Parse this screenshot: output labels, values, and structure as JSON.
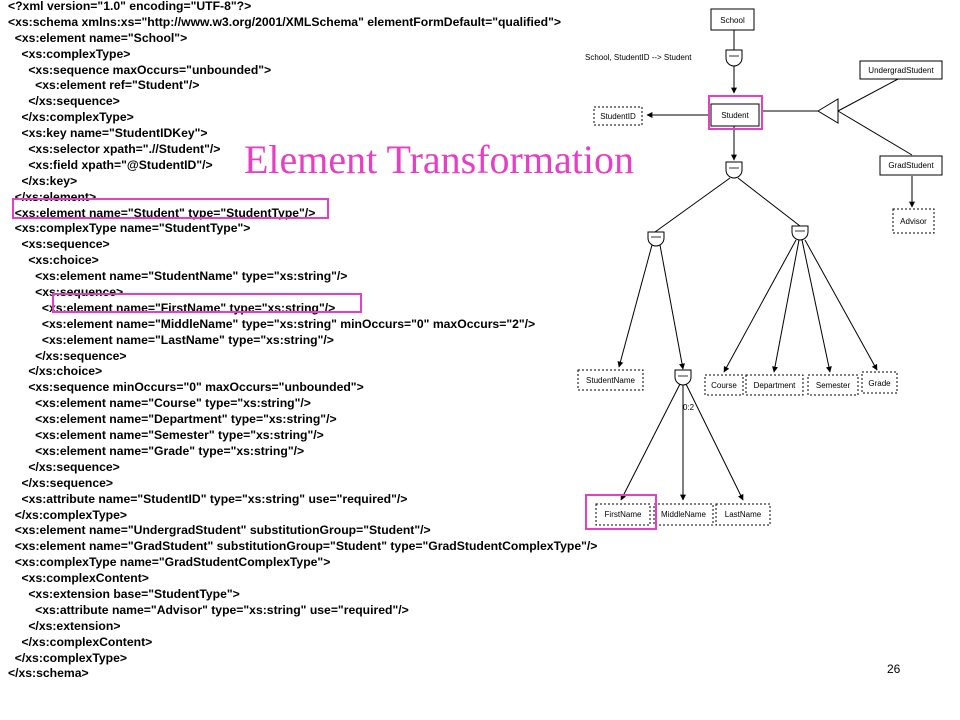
{
  "slide": {
    "title": "Element Transformation",
    "page_number": "26",
    "accent_color": "#e63fc3"
  },
  "code_lines": [
    "<?xml version=\"1.0\" encoding=\"UTF-8\"?>",
    "<xs:schema xmlns:xs=\"http://www.w3.org/2001/XMLSchema\" elementFormDefault=\"qualified\">",
    "  <xs:element name=\"School\">",
    "    <xs:complexType>",
    "      <xs:sequence maxOccurs=\"unbounded\">",
    "        <xs:element ref=\"Student\"/>",
    "      </xs:sequence>",
    "    </xs:complexType>",
    "    <xs:key name=\"StudentIDKey\">",
    "      <xs:selector xpath=\".//Student\"/>",
    "      <xs:field xpath=\"@StudentID\"/>",
    "    </xs:key>",
    "  </xs:element>",
    "  <xs:element name=\"Student\" type=\"StudentType\"/>",
    "  <xs:complexType name=\"StudentType\">",
    "    <xs:sequence>",
    "      <xs:choice>",
    "        <xs:element name=\"StudentName\" type=\"xs:string\"/>",
    "        <xs:sequence>",
    "          <xs:element name=\"FirstName\" type=\"xs:string\"/>",
    "          <xs:element name=\"MiddleName\" type=\"xs:string\" minOccurs=\"0\" maxOccurs=\"2\"/>",
    "          <xs:element name=\"LastName\" type=\"xs:string\"/>",
    "        </xs:sequence>",
    "      </xs:choice>",
    "      <xs:sequence minOccurs=\"0\" maxOccurs=\"unbounded\">",
    "        <xs:element name=\"Course\" type=\"xs:string\"/>",
    "        <xs:element name=\"Department\" type=\"xs:string\"/>",
    "        <xs:element name=\"Semester\" type=\"xs:string\"/>",
    "        <xs:element name=\"Grade\" type=\"xs:string\"/>",
    "      </xs:sequence>",
    "    </xs:sequence>",
    "    <xs:attribute name=\"StudentID\" type=\"xs:string\" use=\"required\"/>",
    "  </xs:complexType>",
    "  <xs:element name=\"UndergradStudent\" substitutionGroup=\"Student\"/>",
    "  <xs:element name=\"GradStudent\" substitutionGroup=\"Student\" type=\"GradStudentComplexType\"/>",
    "  <xs:complexType name=\"GradStudentComplexType\">",
    "    <xs:complexContent>",
    "      <xs:extension base=\"StudentType\">",
    "        <xs:attribute name=\"Advisor\" type=\"xs:string\" use=\"required\"/>",
    "      </xs:extension>",
    "    </xs:complexContent>",
    "  </xs:complexType>",
    "</xs:schema>"
  ],
  "diagram": {
    "key_label": "School, StudentID --> Student",
    "cardinality_label": "0:2",
    "nodes": {
      "school": "School",
      "student": "Student",
      "student_id": "StudentID",
      "undergrad_student": "UndergradStudent",
      "grad_student": "GradStudent",
      "advisor": "Advisor",
      "student_name": "StudentName",
      "first_name": "FirstName",
      "middle_name": "MiddleName",
      "last_name": "LastName",
      "course": "Course",
      "department": "Department",
      "semester": "Semester",
      "grade": "Grade"
    }
  }
}
